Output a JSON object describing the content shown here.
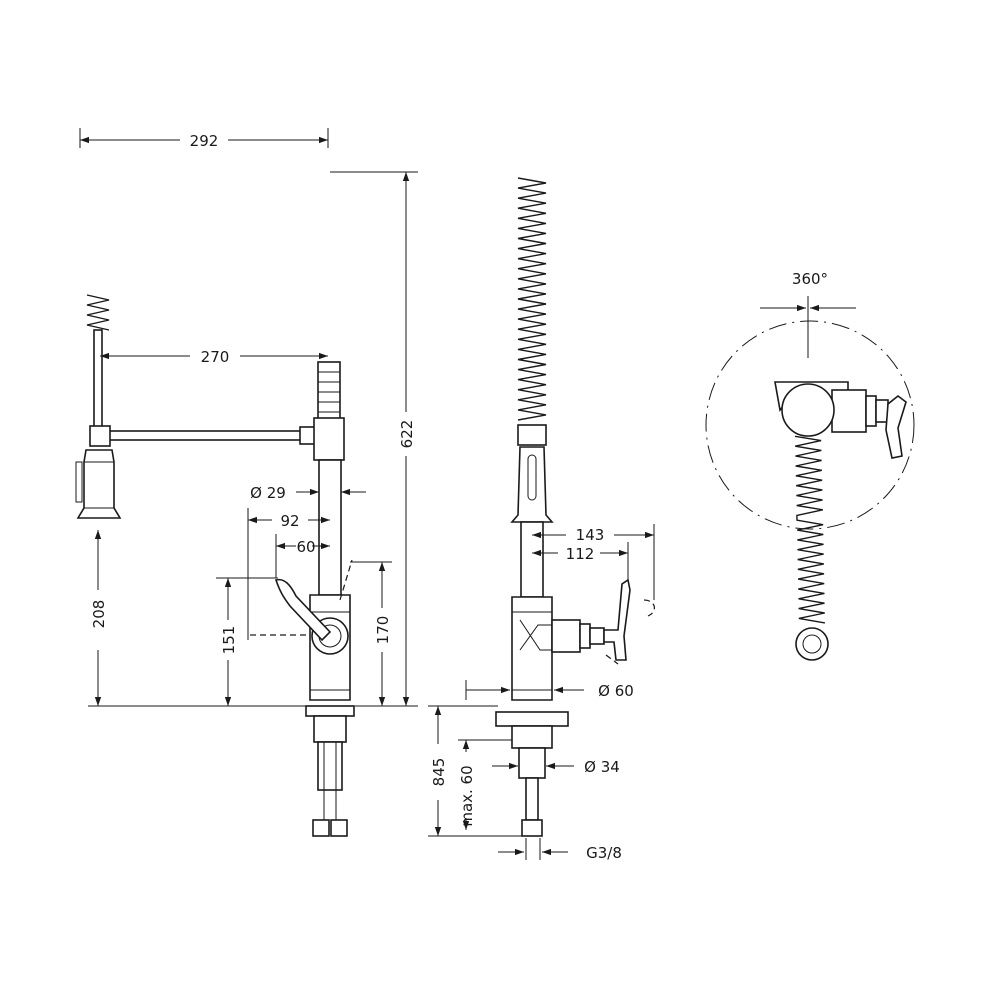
{
  "dimensions": {
    "overall_width": "292",
    "spout_reach": "270",
    "total_height": "622",
    "spout_diameter": "Ø 29",
    "lever_reach": "92",
    "lever_offset": "60",
    "spout_height": "208",
    "lever_height": "151",
    "body_height": "170",
    "side_reach": "143",
    "side_lever_reach": "112",
    "base_diameter": "Ø 60",
    "shank_diameter": "Ø 34",
    "connection_thread": "G3/8",
    "below_counter": "845",
    "max_counter_thickness": "max. 60",
    "rotation": "360°"
  }
}
